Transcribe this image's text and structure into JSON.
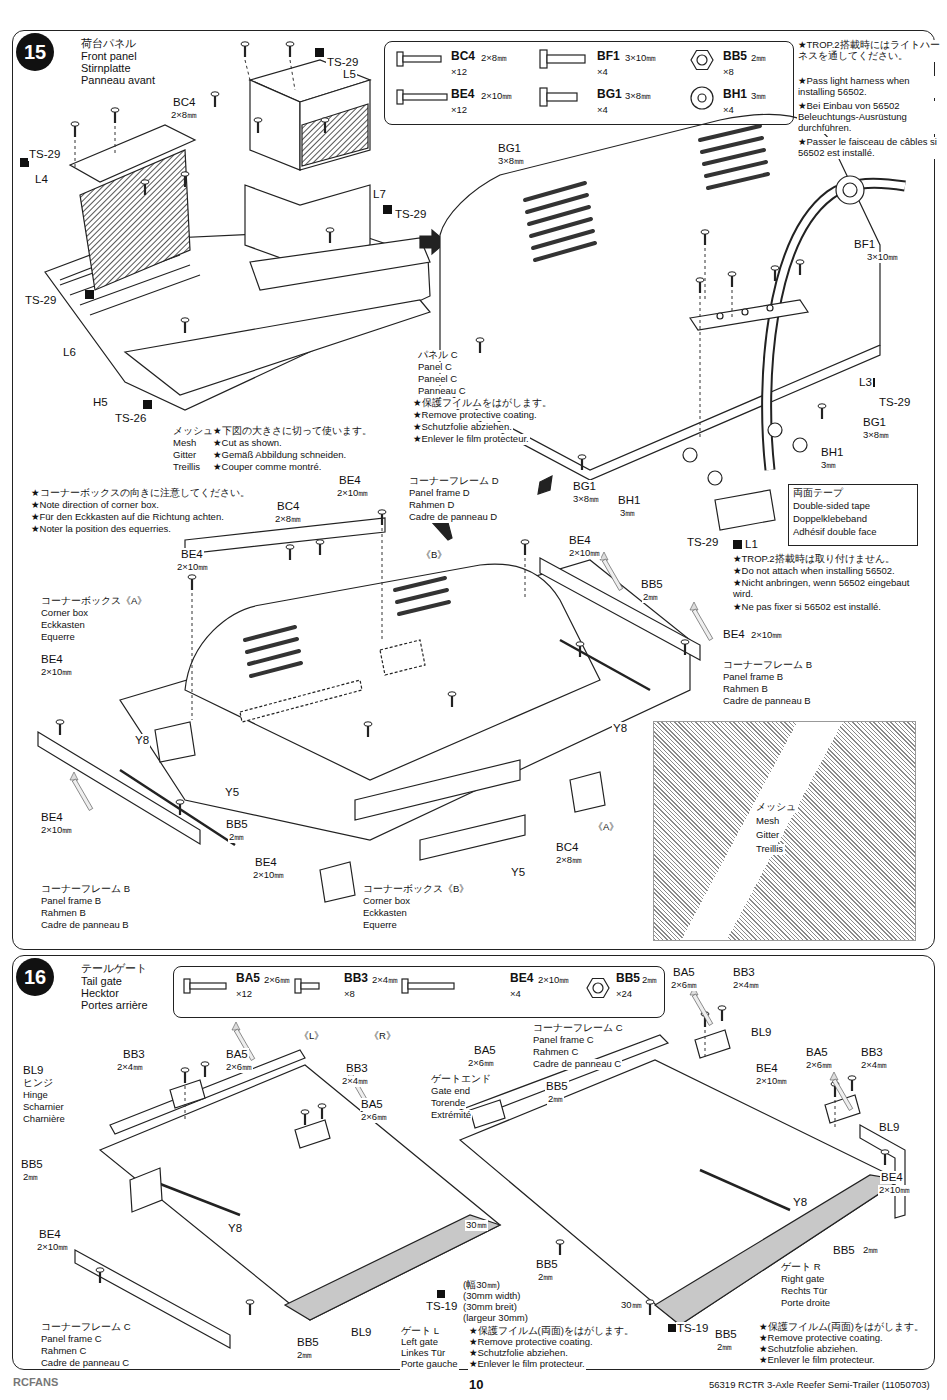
{
  "diagram": {
    "nodes": [
      {
        "text": [
          "荷台パネル",
          "Front panel",
          "Stirnplatte",
          "Panneau avant"
        ]
      },
      {
        "text": [
          "15"
        ],
        "in": 0
      },
      {
        "text": [
          "BC4",
          "2×8㎜",
          "×12",
          "BE4",
          "2×10㎜",
          "×12",
          "BF1",
          "3×10㎜",
          "×4",
          "BG1",
          "3×8㎜",
          "×4",
          "BB5",
          "2㎜",
          "×8",
          "BH1",
          "3㎜",
          "×4"
        ],
        "in": 0
      },
      {
        "text": [
          "両面テープ",
          "Double-sided tape",
          "Doppelklebeband",
          "Adhésif double face"
        ],
        "in": 0
      },
      {
        "text": [
          "メッシュ",
          "Mesh",
          "Gitter",
          "Treillis"
        ],
        "in": 0
      },
      {
        "text": [
          "テールゲート",
          "Tail gate",
          "Hecktor",
          "Portes arrière"
        ]
      },
      {
        "text": [
          "16"
        ],
        "in": 5
      },
      {
        "text": [
          "BA5",
          "2×6㎜",
          "×12",
          "BB3",
          "2×4㎜",
          "×8",
          "BE4",
          "2×10㎜",
          "×4",
          "BB5",
          "2㎜",
          "×24"
        ],
        "in": 5
      }
    ],
    "labels": [
      "TS-29",
      "L5",
      "BC4",
      "2×8㎜",
      "TS-29",
      "L4",
      "L7",
      "TS-29",
      "TS-29",
      "L6",
      "H5",
      "TS-26",
      "メッシュ",
      "Mesh",
      "Gitter",
      "Treillis",
      "★下図の大きさに切って使います。",
      "★Cut as shown.",
      "★Gemäß Abbildung schneiden.",
      "★Couper comme montré.",
      "★TROP.2搭載時にはライトハーネスを通してください。",
      "★Pass light harness when installing 56502.",
      "★Bei Einbau von 56502 Beleuchtungs-Ausrüstung durchführen.",
      "★Passer le faisceau de câbles si 56502 est installé.",
      "BG1",
      "3×8㎜",
      "BF1",
      "3×10㎜",
      "L3",
      "TS-29",
      "BG1",
      "3×8㎜",
      "BH1",
      "3㎜",
      "パネル C",
      "Panel C",
      "Paneel C",
      "Panneau C",
      "★保護フイルムをはがします。",
      "★Remove protective coating.",
      "★Schutzfolie abziehen.",
      "★Enlever le film protecteur.",
      "BG1",
      "3×8㎜",
      "BH1",
      "3㎜",
      "TS-29",
      "L1",
      "★TROP.2搭載時は取り付けません。",
      "★Do not attach when installing 56502.",
      "★Nicht anbringen, wenn 56502 eingebaut wird.",
      "★Ne pas fixer si 56502 est installé.",
      "★コーナーボックスの向きに注意してください。",
      "★Note direction of corner box.",
      "★Für den Eckkasten auf die Richtung achten.",
      "★Noter la position des equerries.",
      "BC4",
      "2×8㎜",
      "BE4",
      "2×10㎜",
      "コーナーフレーム D",
      "Panel frame D",
      "Rahmen D",
      "Cadre de panneau D",
      "《B》",
      "BE4",
      "2×10㎜",
      "BE4",
      "2×10㎜",
      "BB5",
      "2㎜",
      "BE4",
      "2×10㎜",
      "コーナーボックス《A》",
      "Corner box",
      "Eckkasten",
      "Equerre",
      "BE4",
      "2×10㎜",
      "コーナーフレーム B",
      "Panel frame B",
      "Rahmen B",
      "Cadre de panneau B",
      "Y8",
      "Y5",
      "Y8",
      "Y5",
      "BB5",
      "2㎜",
      "BE4",
      "2×10㎜",
      "BC4",
      "2×8㎜",
      "《A》",
      "BE4",
      "2×10㎜",
      "コーナーフレーム B",
      "Panel frame B",
      "Rahmen B",
      "Cadre de panneau B",
      "コーナーボックス《B》",
      "Corner box",
      "Eckkasten",
      "Equerre",
      "BA5",
      "2×6㎜",
      "BB3",
      "2×4㎜",
      "《L》",
      "《R》",
      "BL9",
      "ヒンジ",
      "Hinge",
      "Scharnier",
      "Charnière",
      "BB3",
      "2×4㎜",
      "BA5",
      "2×6㎜",
      "BB3",
      "2×4㎜",
      "BA5",
      "2×6㎜",
      "BB5",
      "2㎜",
      "Y8",
      "BE4",
      "2×10㎜",
      "コーナーフレーム C",
      "Panel frame C",
      "Rahmen C",
      "Cadre de panneau C",
      "BB5",
      "2㎜",
      "BL9",
      "30㎜",
      "TS-19",
      "(幅30㎜)",
      "(30mm width)",
      "(30mm breit)",
      "(largeur 30mm)",
      "ゲート L",
      "Left gate",
      "Linkes Tür",
      "Porte gauche",
      "★保護フイルム(両面)をはがします。",
      "★Remove protective coating.",
      "★Schutzfolie abziehen.",
      "★Enlever le film protecteur.",
      "BA5",
      "2×6㎜",
      "ゲートエンド",
      "Gate end",
      "Torende",
      "Extrémité",
      "コーナーフレーム C",
      "Panel frame C",
      "Rahmen C",
      "Cadre de panneau C",
      "BB5",
      "2㎜",
      "BL9",
      "BE4",
      "2×10㎜",
      "BA5",
      "2×6㎜",
      "BB3",
      "2×4㎜",
      "BL9",
      "BE4",
      "2×10㎜",
      "Y8",
      "BB5",
      "2㎜",
      "BB5",
      "2㎜",
      "30㎜",
      "TS-19",
      "BB5",
      "2㎜",
      "ゲート R",
      "Right gate",
      "Rechts Tür",
      "Porte droite",
      "★保護フイルム(両面)をはがします。",
      "★Remove protective coating.",
      "★Schutzfolie abziehen.",
      "★Enlever le film protecteur.",
      "10",
      "56319 RCTR 3-Axle Reefer Semi-Trailer (11050703)",
      "RCFANS"
    ]
  }
}
